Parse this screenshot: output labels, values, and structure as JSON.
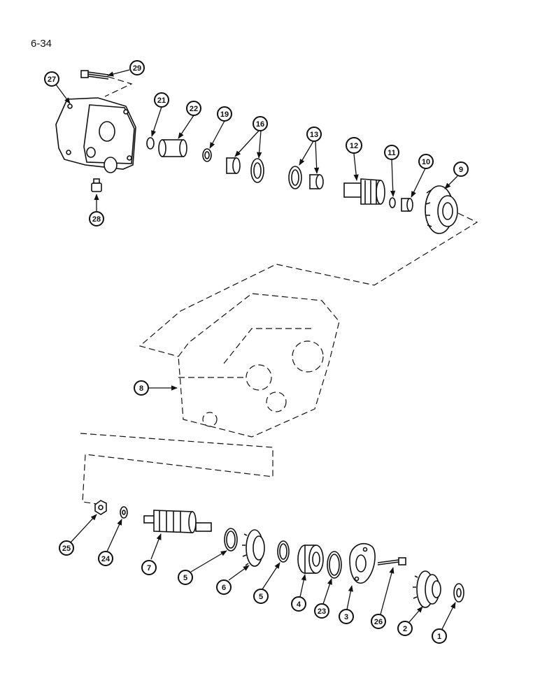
{
  "page": {
    "number": "6-34"
  },
  "callouts": {
    "c1": "1",
    "c2": "2",
    "c3": "3",
    "c4": "4",
    "c5a": "5",
    "c5b": "5",
    "c6": "6",
    "c7": "7",
    "c8": "8",
    "c9": "9",
    "c10": "10",
    "c11": "11",
    "c12": "12",
    "c13": "13",
    "c16": "16",
    "c19": "19",
    "c21": "21",
    "c22": "22",
    "c23": "23",
    "c24": "24",
    "c25": "25",
    "c26": "26",
    "c27": "27",
    "c28": "28",
    "c29": "29"
  }
}
